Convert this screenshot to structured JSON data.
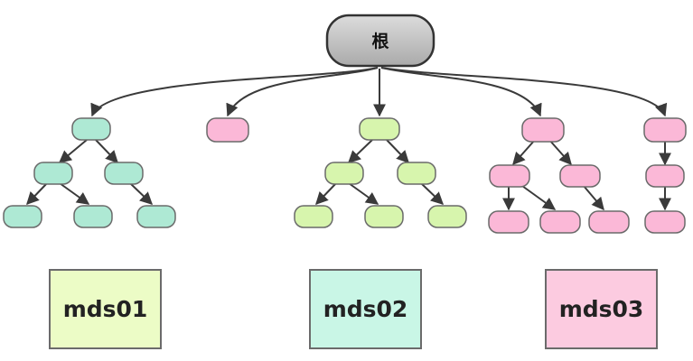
{
  "root": {
    "label": "根"
  },
  "mds_boxes": [
    {
      "label": "mds01",
      "color": "#ecfcc6"
    },
    {
      "label": "mds02",
      "color": "#c9f6e6"
    },
    {
      "label": "mds03",
      "color": "#fccbe0"
    }
  ],
  "colors": {
    "teal_node": "#aee9d4",
    "green_node": "#d7f5ad",
    "pink_node": "#fbb8d7",
    "root_fill": "#c4c4c4",
    "edge": "#3a3a3a"
  }
}
